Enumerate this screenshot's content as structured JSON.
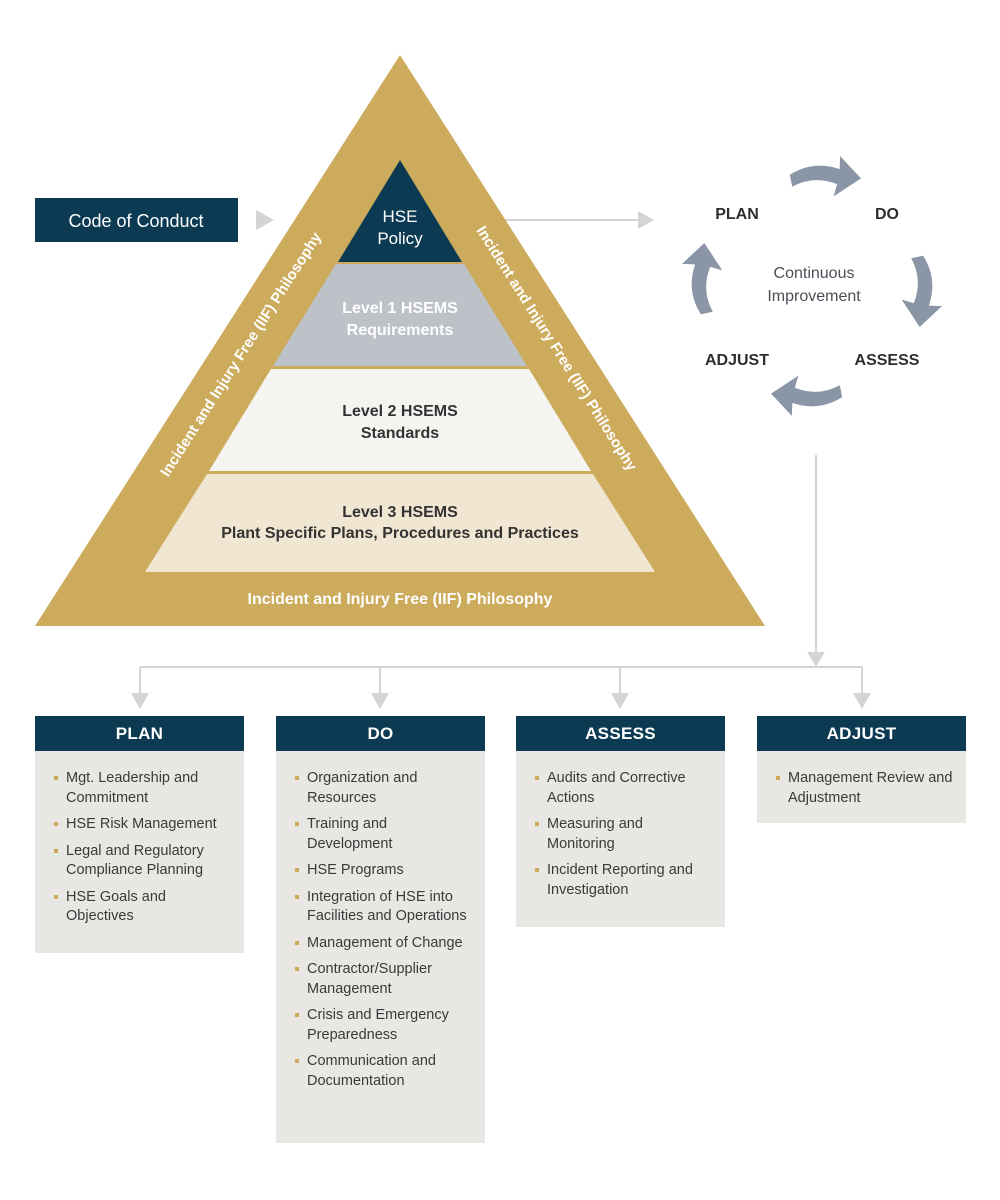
{
  "colors": {
    "gold": "#cdab5d",
    "navy": "#0b3a52",
    "level1": "#bdc1c8",
    "level2": "#f5f4f1",
    "level3": "#f1e6d2",
    "cycle_arrow": "#8a96a6",
    "connector": "#d4d4d4",
    "panel": "#e9e7e3",
    "bullet": "#cda95a"
  },
  "code_of_conduct": "Code of Conduct",
  "pyramid": {
    "top_line1": "HSE",
    "top_line2": "Policy",
    "level1_line1": "Level 1 HSEMS",
    "level1_line2": "Requirements",
    "level2_line1": "Level 2 HSEMS",
    "level2_line2": "Standards",
    "level3_line1": "Level 3 HSEMS",
    "level3_line2": "Plant Specific Plans, Procedures and Practices",
    "iif_left": "Incident and Injury Free (IIF) Philosophy",
    "iif_right": "Incident and Injury Free (IIF) Philosophy",
    "iif_bottom": "Incident and Injury Free (IIF) Philosophy"
  },
  "cycle": {
    "plan": "PLAN",
    "do": "DO",
    "assess": "ASSESS",
    "adjust": "ADJUST",
    "center_line1": "Continuous",
    "center_line2": "Improvement"
  },
  "columns": {
    "plan": {
      "title": "PLAN",
      "items": [
        "Mgt. Leadership and Commitment",
        "HSE Risk Management",
        "Legal and Regulatory Compliance Planning",
        "HSE Goals and Objectives"
      ]
    },
    "do": {
      "title": "DO",
      "items": [
        "Organization and Resources",
        "Training and Development",
        "HSE Programs",
        "Integration of HSE into Facilities and Operations",
        "Management of Change",
        "Contractor/Supplier Management",
        "Crisis and Emergency Preparedness",
        "Communication and Documentation"
      ]
    },
    "assess": {
      "title": "ASSESS",
      "items": [
        "Audits and Corrective Actions",
        "Measuring and Monitoring",
        "Incident Reporting and Investigation"
      ]
    },
    "adjust": {
      "title": "ADJUST",
      "items": [
        "Management Review and Adjustment"
      ]
    }
  }
}
